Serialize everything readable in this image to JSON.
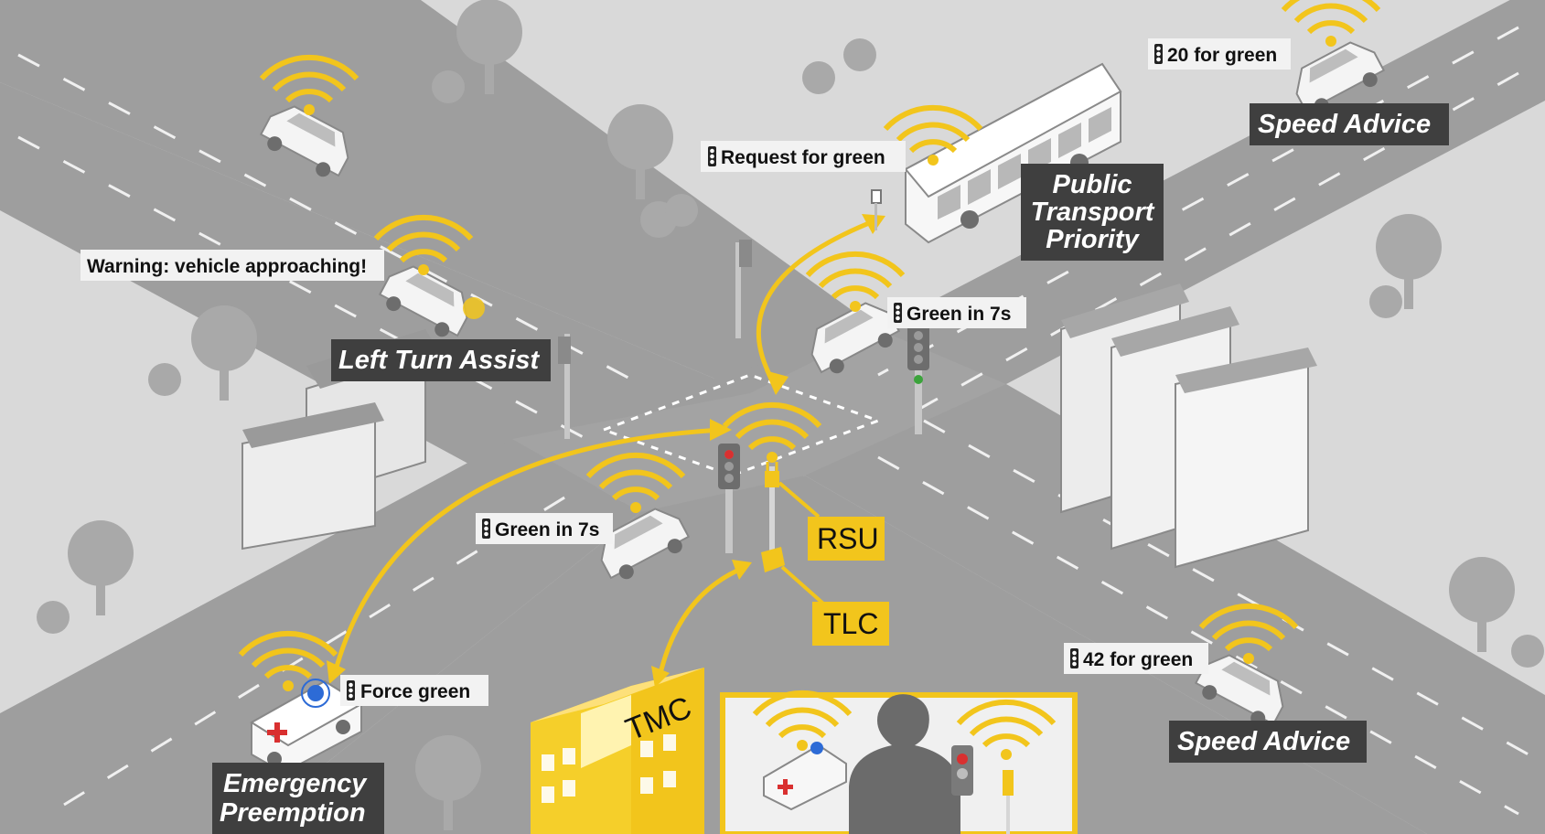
{
  "colors": {
    "background": "#d9d9d9",
    "road": "#9e9e9e",
    "road_dark": "#8c8c8c",
    "accent_yellow": "#f2c51c",
    "label_dark": "#3f3f3f",
    "label_white": "#f2f2f2",
    "tree": "#a9a9a9"
  },
  "labels": {
    "speed_advice_top": "Speed Advice",
    "twenty_for_green": "20 for green",
    "request_for_green": "Request for green",
    "public_transport_l1": "Public",
    "public_transport_l2": "Transport",
    "public_transport_l3": "Priority",
    "warning": "Warning: vehicle approaching!",
    "green_in_7s_right": "Green in 7s",
    "left_turn_assist": "Left Turn Assist",
    "rsu": "RSU",
    "green_in_7s_left": "Green in 7s",
    "tlc": "TLC",
    "forty_two_for_green": "42 for green",
    "force_green": "Force green",
    "speed_advice_bottom": "Speed Advice",
    "tmc": "TMC",
    "emergency_l1": "Emergency",
    "emergency_l2": "Preemption"
  },
  "icons": [
    "wifi-icon",
    "car-icon",
    "bus-icon",
    "ambulance-icon",
    "traffic-light-icon",
    "rsu-antenna-icon",
    "tlc-box-icon",
    "tree-icon",
    "building-icon",
    "person-silhouette-icon"
  ]
}
